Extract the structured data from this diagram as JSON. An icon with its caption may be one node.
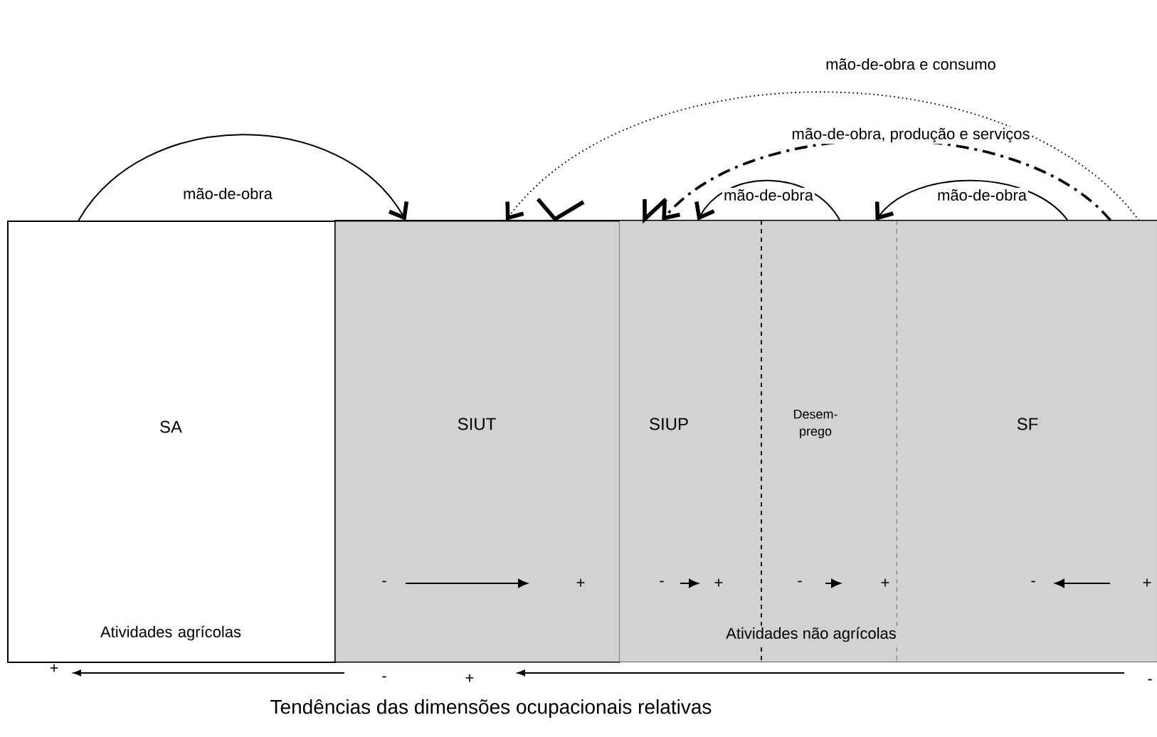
{
  "diagram": {
    "caption": "Tendências das dimensões ocupacionais relativas",
    "nodes": [
      {
        "text": [
          "SA",
          "Atividades agrícolas"
        ]
      },
      {
        "text": [
          "SIUT"
        ]
      },
      {
        "text": [
          "SIUP"
        ]
      },
      {
        "text": [
          "Desem- prego"
        ]
      },
      {
        "text": [
          "SF"
        ]
      }
    ],
    "edges": [
      {
        "from": 0,
        "to": 1,
        "arrow": "to",
        "label": "mão-de-obra"
      },
      {
        "from": 4,
        "to": 1,
        "arrow": "to",
        "label": "mão-de-obra e consumo",
        "style": "dashed"
      },
      {
        "from": 4,
        "to": 2,
        "arrow": "to",
        "label": "mão-de-obra, produção e serviços",
        "style": "dashed"
      },
      {
        "from": 3,
        "to": 2,
        "arrow": "to",
        "label": "mão-de-obra"
      },
      {
        "from": 4,
        "to": 3,
        "arrow": "to",
        "label": "mão-de-obra"
      }
    ],
    "labels": [
      "-",
      "+",
      "-",
      "+",
      "-",
      "+",
      "-",
      "+",
      "Atividades não agrícolas",
      "+",
      "-",
      "+",
      "-"
    ]
  }
}
